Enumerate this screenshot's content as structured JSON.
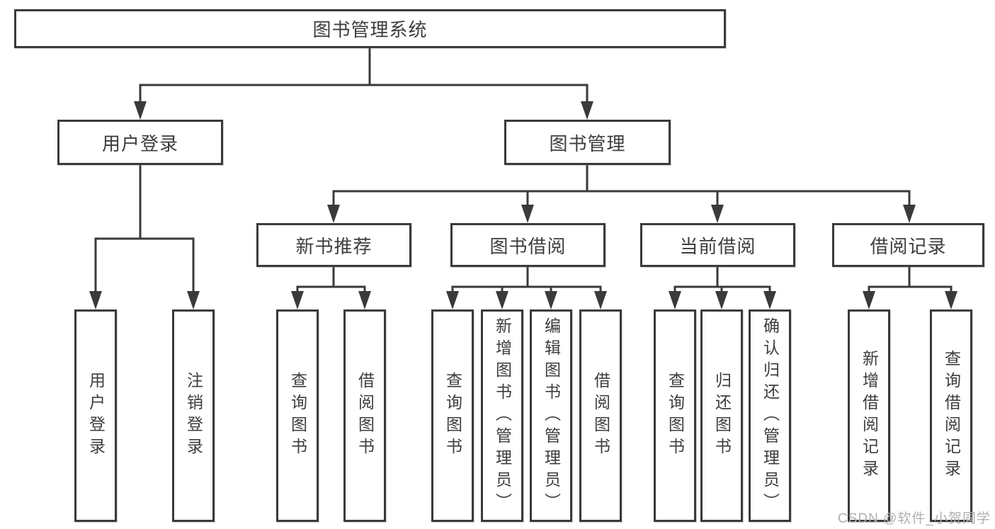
{
  "diagram": {
    "root": {
      "label": "图书管理系统"
    },
    "branches": [
      {
        "label": "用户登录",
        "children": [
          {
            "label": "用户登录"
          },
          {
            "label": "注销登录"
          }
        ]
      },
      {
        "label": "图书管理",
        "children": [
          {
            "label": "新书推荐",
            "children": [
              {
                "label": "查询图书"
              },
              {
                "label": "借阅图书"
              }
            ]
          },
          {
            "label": "图书借阅",
            "children": [
              {
                "label": "查询图书"
              },
              {
                "label": "新增图书（管理员）"
              },
              {
                "label": "编辑图书（管理员）"
              },
              {
                "label": "借阅图书"
              }
            ]
          },
          {
            "label": "当前借阅",
            "children": [
              {
                "label": "查询图书"
              },
              {
                "label": "归还图书"
              },
              {
                "label": "确认归还（管理员）"
              }
            ]
          },
          {
            "label": "借阅记录",
            "children": [
              {
                "label": "新增借阅记录"
              },
              {
                "label": "查询借阅记录"
              }
            ]
          }
        ]
      }
    ]
  },
  "watermark": {
    "text": "CSDN @软件_小贺同学"
  },
  "colors": {
    "line": "#3a3a3a",
    "border": "#3a3a3a",
    "text": "#3d3d3d",
    "watermark": "#b0b0b0",
    "background": "#ffffff"
  }
}
